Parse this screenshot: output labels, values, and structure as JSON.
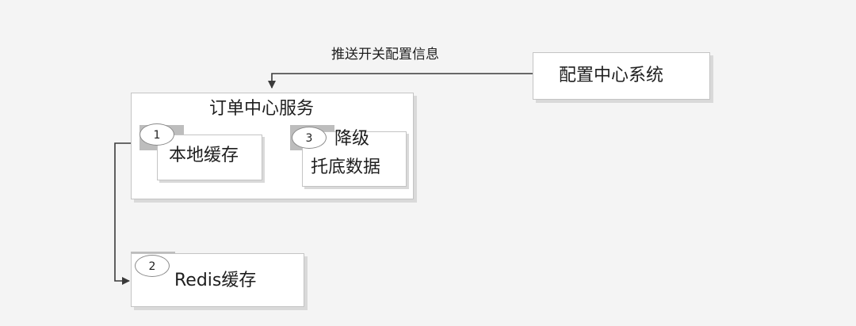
{
  "arrow_label": "推送开关配置信息",
  "config_center": {
    "label": "配置中心系统"
  },
  "order_service": {
    "title": "订单中心服务",
    "local_cache": {
      "number": "1",
      "label": "本地缓存"
    },
    "fallback": {
      "number": "3",
      "label_line1": "降级",
      "label_line2": "托底数据"
    }
  },
  "redis_cache": {
    "number": "2",
    "label": "Redis缓存"
  },
  "colors": {
    "line": "#3a3a3a",
    "border": "#c4c4c4",
    "shadow": "#d9d9d9",
    "tab": "#bdbdbd"
  }
}
